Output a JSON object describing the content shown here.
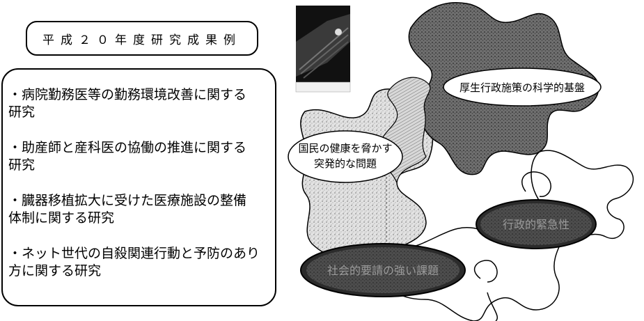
{
  "title": "平成２０年度研究成果例",
  "results": [
    {
      "line1": "・病院勤務医等の勤務環境改善に関する",
      "line2": "研究"
    },
    {
      "line1": "・助産師と産科医の協働の推進に関する",
      "line2": "研究"
    },
    {
      "line1": "・臓器移植拡大に受けた医療施設の整備",
      "line2": "体制に関する研究"
    },
    {
      "line1": "・ネット世代の自殺関連行動と予防のあり",
      "line2": "方に関する研究"
    }
  ],
  "puzzle": {
    "label_top": "厚生行政施策の科学的基盤",
    "label_middle_line1": "国民の健康を脅かす",
    "label_middle_line2": "突発的な問題",
    "label_dark_right": "行政的緊急性",
    "label_dark_bottom": "社会的要請の強い課題"
  }
}
